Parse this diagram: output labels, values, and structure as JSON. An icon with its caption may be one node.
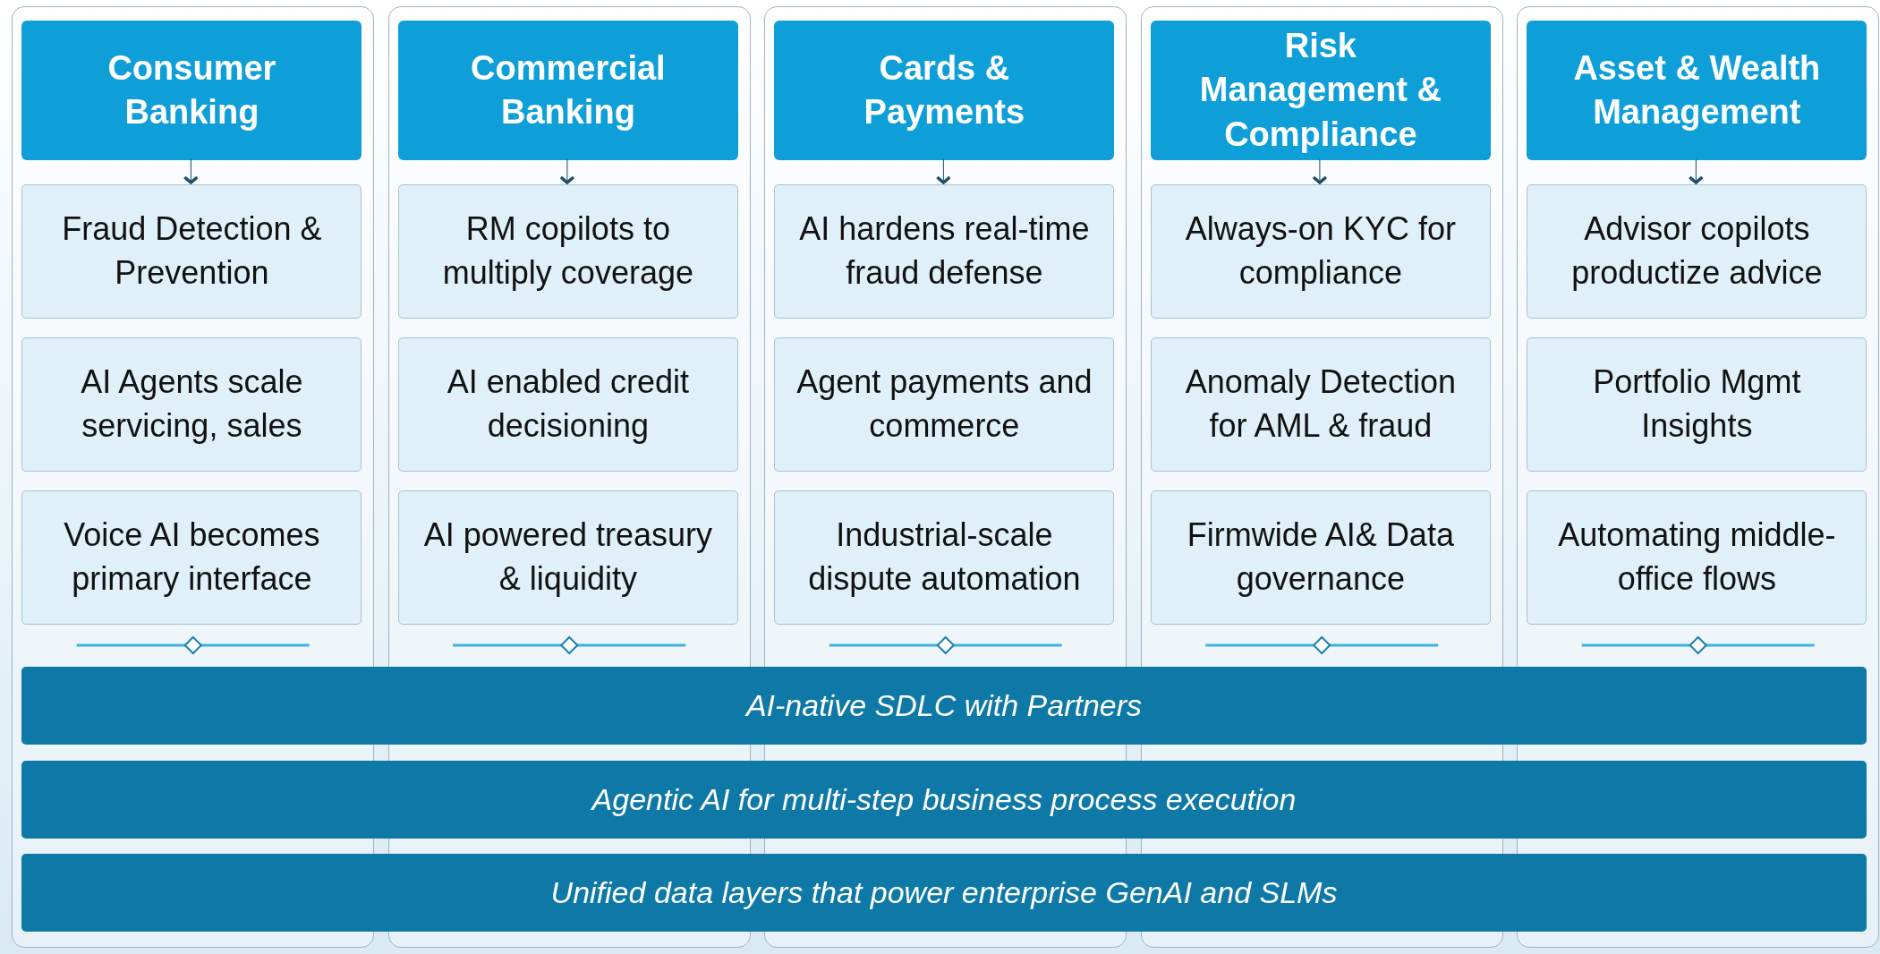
{
  "diagram": {
    "nodes": [
      {
        "text": [],
        "shape": "box"
      },
      {
        "text": [
          "Consumer Banking"
        ],
        "in": 0
      },
      {
        "text": [
          "Fraud Detection & Prevention"
        ],
        "in": 0
      },
      {
        "text": [
          "AI Agents scale servicing, sales"
        ],
        "in": 0
      },
      {
        "text": [
          "Voice AI becomes primary interface"
        ],
        "in": 0
      },
      {
        "text": [],
        "shape": "box"
      },
      {
        "text": [
          "Commercial Banking"
        ],
        "in": 5
      },
      {
        "text": [
          "RM copilots to multiply coverage"
        ],
        "in": 5
      },
      {
        "text": [
          "AI enabled credit decisioning"
        ],
        "in": 5
      },
      {
        "text": [
          "AI powered treasury & liquidity"
        ],
        "in": 5
      },
      {
        "text": [],
        "shape": "box"
      },
      {
        "text": [
          "Cards & Payments"
        ],
        "in": 10
      },
      {
        "text": [
          "AI hardens real-time fraud defense"
        ],
        "in": 10
      },
      {
        "text": [
          "Agent payments and commerce"
        ],
        "in": 10
      },
      {
        "text": [
          "Industrial-scale dispute automation"
        ],
        "in": 10
      },
      {
        "text": [],
        "shape": "box"
      },
      {
        "text": [
          "Risk Management & Compliance"
        ],
        "in": 15
      },
      {
        "text": [
          "Always-on KYC for compliance"
        ],
        "in": 15
      },
      {
        "text": [
          "Anomaly Detection for AML & fraud"
        ],
        "in": 15
      },
      {
        "text": [
          "Firmwide AI& Data governance"
        ],
        "in": 15
      },
      {
        "text": [],
        "shape": "box"
      },
      {
        "text": [
          "Asset & Wealth Management"
        ],
        "in": 20
      },
      {
        "text": [
          "Advisor copilots productize advice"
        ],
        "in": 20
      },
      {
        "text": [
          "Portfolio Mgmt Insights"
        ],
        "in": 20
      },
      {
        "text": [
          "Automating middle-office flows"
        ],
        "in": 20
      },
      {
        "text": [
          "AI-native SDLC with Partners"
        ]
      },
      {
        "text": [
          "Agentic AI for multi-step business process execution"
        ]
      },
      {
        "text": [
          "Unified data layers that power enterprise GenAI and SLMs"
        ]
      }
    ],
    "edges": [
      {
        "from": 1,
        "to": 2,
        "arrow": "to"
      },
      {
        "from": 6,
        "to": 7,
        "arrow": "to"
      },
      {
        "from": 11,
        "to": 12,
        "arrow": "to"
      },
      {
        "from": 16,
        "to": 17,
        "arrow": "to"
      },
      {
        "from": 21,
        "to": 22,
        "arrow": "to"
      }
    ]
  }
}
